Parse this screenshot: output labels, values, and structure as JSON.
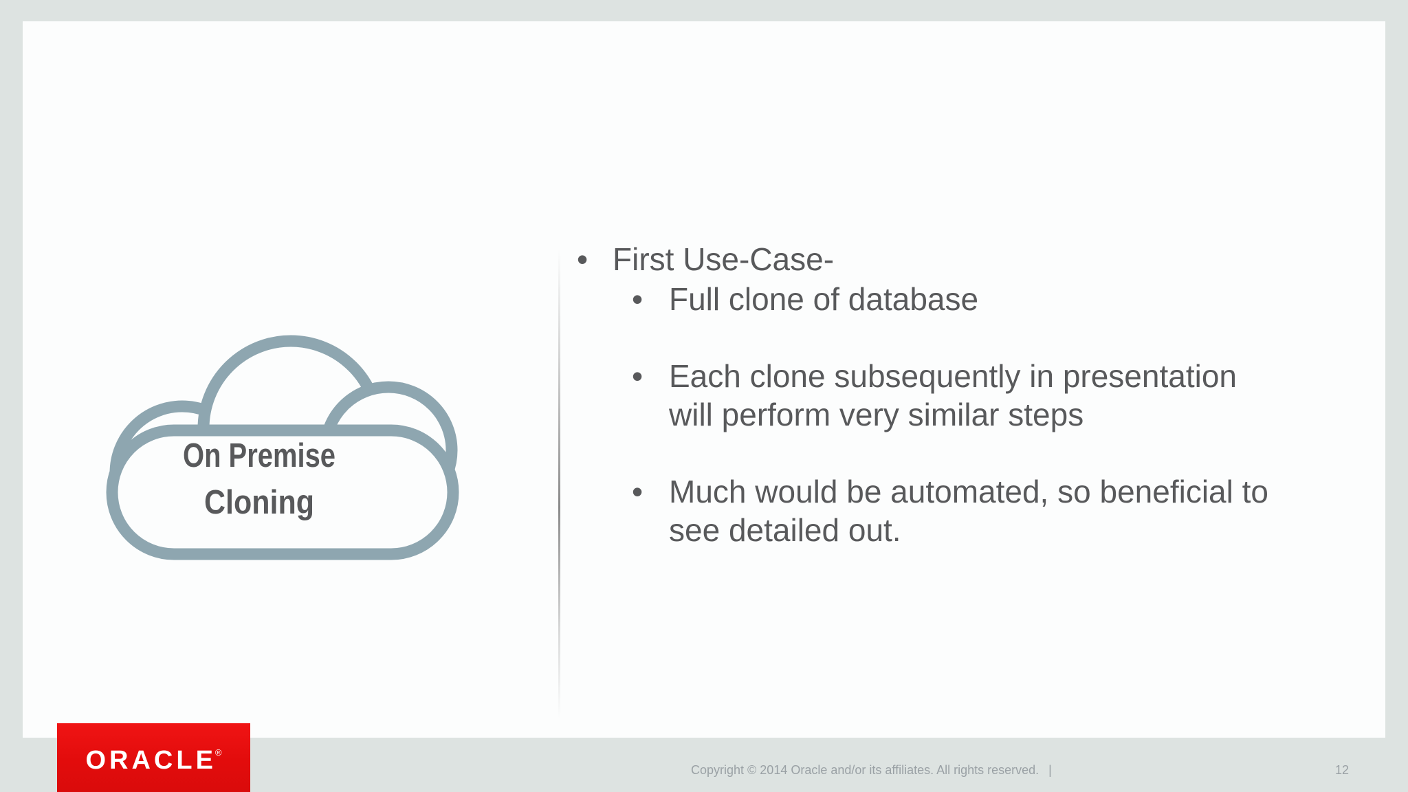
{
  "slide": {
    "cloud": {
      "line1": "On Premise",
      "line2": "Cloning"
    },
    "bullets": {
      "marker": "•",
      "title": "First Use-Case-",
      "items": [
        {
          "lines": [
            "Full clone of database"
          ]
        },
        {
          "lines": [
            "Each clone subsequently in presentation",
            "will perform very similar steps"
          ]
        },
        {
          "lines": [
            "Much would be automated, so beneficial to",
            "see detailed out."
          ]
        }
      ]
    }
  },
  "footer": {
    "copyright": "Copyright © 2014 Oracle and/or its affiliates. All rights reserved.",
    "separator": "|",
    "page_number": "12"
  },
  "logo": {
    "text": "ORACLE",
    "registered": "®"
  },
  "colors": {
    "background": "#dde3e1",
    "slide_background": "#fcfdfd",
    "cloud_stroke": "#8ea6b0",
    "body_text": "#58595b",
    "footer_text": "#9aa1a5",
    "oracle_red": "#e20c0c"
  }
}
